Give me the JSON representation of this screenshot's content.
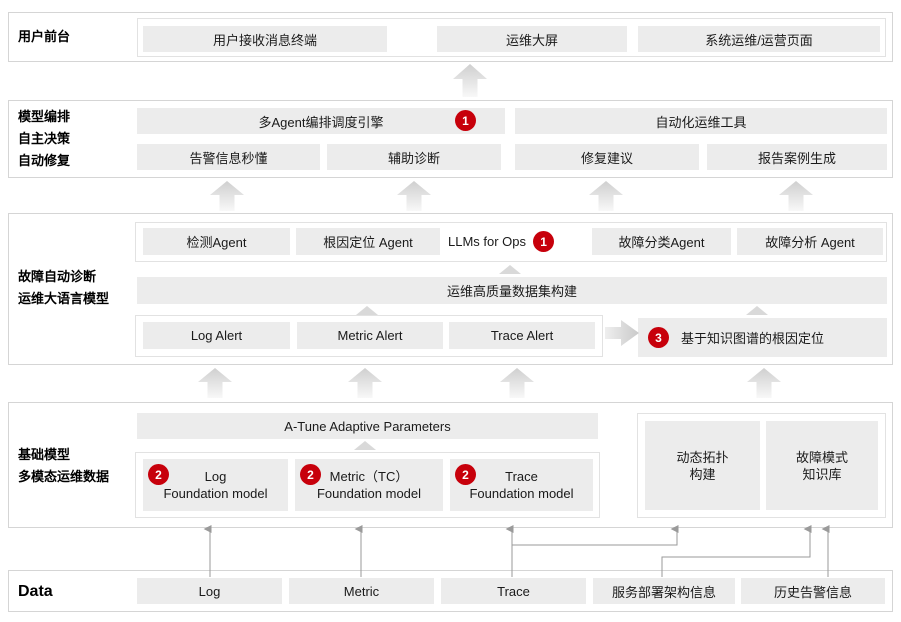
{
  "colors": {
    "badge_red": "#c7000b",
    "box_gray": "#ececec",
    "arrow_gray": "#9a9a9a"
  },
  "frontend": {
    "label": "用户前台",
    "terminal": "用户接收消息终端",
    "screen": "运维大屏",
    "ops_page": "系统运维/运营页面"
  },
  "orchestration": {
    "label_line1": "模型编排",
    "label_line2": "自主决策",
    "label_line3": "自动修复",
    "engine": "多Agent编排调度引擎",
    "engine_badge": "1",
    "tools": "自动化运维工具",
    "cap1": "告警信息秒懂",
    "cap2": "辅助诊断",
    "cap3": "修复建议",
    "cap4": "报告案例生成"
  },
  "diagnosis": {
    "label_line1": "故障自动诊断",
    "label_line2": "运维大语言模型",
    "agent1": "检测Agent",
    "agent2": "根因定位 Agent",
    "llms": "LLMs for Ops",
    "llms_badge": "1",
    "agent3": "故障分类Agent",
    "agent4": "故障分析 Agent",
    "dataset": "运维高质量数据集构建",
    "alert1": "Log Alert",
    "alert2": "Metric Alert",
    "alert3": "Trace Alert",
    "kg_badge": "3",
    "kg": "基于知识图谱的根因定位"
  },
  "foundation": {
    "label_line1": "基础模型",
    "label_line2": "多模态运维数据",
    "atune": "A-Tune Adaptive Parameters",
    "m1_badge": "2",
    "m1_line1": "Log",
    "m1_line2": "Foundation model",
    "m2_badge": "2",
    "m2_line1": "Metric（TC）",
    "m2_line2": "Foundation model",
    "m3_badge": "2",
    "m3_line1": "Trace",
    "m3_line2": "Foundation model",
    "topo_line1": "动态拓扑",
    "topo_line2": "构建",
    "kb_line1": "故障模式",
    "kb_line2": "知识库"
  },
  "data_layer": {
    "label": "Data",
    "d1": "Log",
    "d2": "Metric",
    "d3": "Trace",
    "d4": "服务部署架构信息",
    "d5": "历史告警信息"
  }
}
